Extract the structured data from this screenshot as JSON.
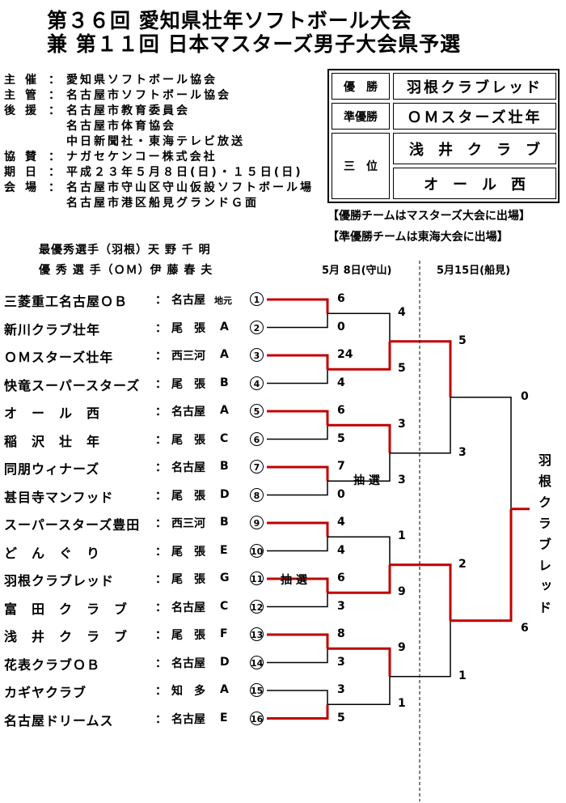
{
  "title": {
    "line1": "第３６回 愛知県壮年ソフトボール大会",
    "line2": "兼 第１１回 日本マスターズ男子大会県予選"
  },
  "info": [
    {
      "label": "主催",
      "value": "愛知県ソフトボール協会"
    },
    {
      "label": "主管",
      "value": "名古屋市ソフトボール協会"
    },
    {
      "label": "後援",
      "value": "名古屋市教育委員会"
    },
    {
      "label": "",
      "value": "名古屋市体育協会"
    },
    {
      "label": "",
      "value": "中日新聞社・東海テレビ放送"
    },
    {
      "label": "協賛",
      "value": "ナガセケンコー株式会社"
    },
    {
      "label": "期日",
      "value": "平成２３年５月８日(日)・１５日(日)"
    },
    {
      "label": "会場",
      "value": "名古屋市守山区守山仮設ソフトボール場"
    },
    {
      "label": "",
      "value": "名古屋市港区船見グランドＧ面"
    }
  ],
  "results": {
    "champion_label": "優　勝",
    "champion": "羽根クラブレッド",
    "runner_label": "準優勝",
    "runner": "ＯＭスターズ壮年",
    "third_label": "三　位",
    "third1": "浅　井　ク　ラ　ブ",
    "third2": "オ　ー　ル　西"
  },
  "notes": [
    "【優勝チームはマスターズ大会に出場】",
    "【準優勝チームは東海大会に出場】"
  ],
  "awards": [
    "最優秀選手（羽根）天 野 千 明",
    "優 秀 選 手（ＯＭ）伊 藤 春 夫"
  ],
  "dates": {
    "day1": "5月 8日(守山)",
    "day2": "5月15日(船見)"
  },
  "teams": [
    {
      "name": "三菱重工名古屋ＯＢ",
      "region": "名古屋",
      "extra": "地元",
      "seed": "1"
    },
    {
      "name": "新川クラブ壮年",
      "region": "尾　張",
      "extra": "A",
      "seed": "2"
    },
    {
      "name": "ＯＭスターズ壮年",
      "region": "西三河",
      "extra": "A",
      "seed": "3"
    },
    {
      "name": "快竜スーパースターズ",
      "region": "尾　張",
      "extra": "B",
      "seed": "4"
    },
    {
      "name": "オ　ー　ル　西",
      "region": "名古屋",
      "extra": "A",
      "seed": "5"
    },
    {
      "name": "稲　沢　壮　年",
      "region": "尾　張",
      "extra": "C",
      "seed": "6"
    },
    {
      "name": "同朋ウィナーズ",
      "region": "名古屋",
      "extra": "B",
      "seed": "7"
    },
    {
      "name": "甚目寺マンフッド",
      "region": "尾　張",
      "extra": "D",
      "seed": "8"
    },
    {
      "name": "スーパースターズ豊田",
      "region": "西三河",
      "extra": "B",
      "seed": "9"
    },
    {
      "name": "ど　ん　ぐ　り",
      "region": "尾　張",
      "extra": "E",
      "seed": "10"
    },
    {
      "name": "羽根クラブレッド",
      "region": "尾　張",
      "extra": "G",
      "seed": "11"
    },
    {
      "name": "富　田　ク　ラ　ブ",
      "region": "名古屋",
      "extra": "C",
      "seed": "12"
    },
    {
      "name": "浅　井　ク　ラ　ブ",
      "region": "尾　張",
      "extra": "F",
      "seed": "13"
    },
    {
      "name": "花表クラブＯＢ",
      "region": "名古屋",
      "extra": "D",
      "seed": "14"
    },
    {
      "name": "カギヤクラブ",
      "region": "知　多",
      "extra": "A",
      "seed": "15"
    },
    {
      "name": "名古屋ドリームス",
      "region": "名古屋",
      "extra": "E",
      "seed": "16"
    }
  ],
  "scores_r1": [
    "6",
    "0",
    "24",
    "4",
    "6",
    "5",
    "7",
    "0",
    "4",
    "4",
    "6",
    "3",
    "8",
    "3",
    "3",
    "5"
  ],
  "scores_r2": [
    "4",
    "5",
    "3",
    "3",
    "1",
    "9",
    "9",
    "1"
  ],
  "scores_r3": [
    "5",
    "3",
    "2",
    "1"
  ],
  "scores_final": [
    "0",
    "6"
  ],
  "lottery": [
    "抽 選",
    "抽 選"
  ],
  "winner_vertical": "羽根クラブレッド",
  "colors": {
    "win": "#c00000",
    "line": "#000000"
  }
}
